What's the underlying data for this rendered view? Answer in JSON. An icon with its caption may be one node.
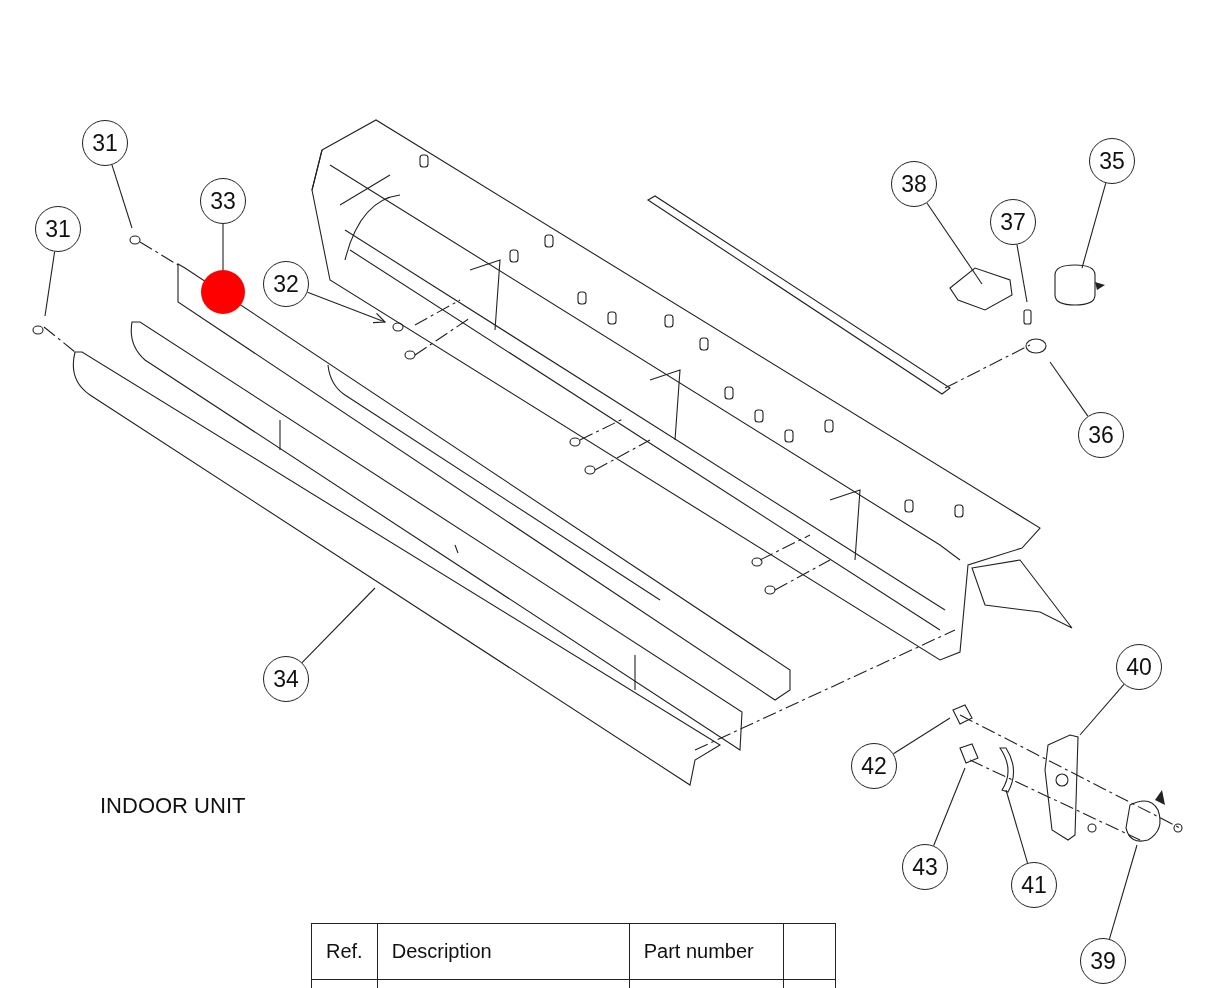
{
  "diagram": {
    "nodes": [
      {
        "text": [
          "31"
        ]
      },
      {
        "text": [
          "31"
        ]
      },
      {
        "text": [
          "33"
        ]
      },
      {
        "text": [],
        "shape": "circle"
      },
      {
        "text": [
          "32"
        ]
      },
      {
        "text": [
          "34"
        ]
      },
      {
        "text": [
          "38"
        ]
      },
      {
        "text": [
          "37"
        ]
      },
      {
        "text": [
          "35"
        ]
      },
      {
        "text": [
          "36"
        ]
      },
      {
        "text": [
          "40"
        ]
      },
      {
        "text": [
          "42"
        ]
      },
      {
        "text": [
          "43"
        ]
      },
      {
        "text": [
          "41"
        ]
      },
      {
        "text": [
          "39"
        ]
      }
    ],
    "edges": [
      {
        "from": 0,
        "to": null,
        "arrow": "none"
      },
      {
        "from": 1,
        "to": null,
        "arrow": "none"
      },
      {
        "from": 2,
        "to": 3,
        "arrow": "none"
      },
      {
        "from": 4,
        "to": null,
        "arrow": "to"
      },
      {
        "from": 5,
        "to": null,
        "arrow": "none"
      },
      {
        "from": 6,
        "to": null,
        "arrow": "none"
      },
      {
        "from": 7,
        "to": null,
        "arrow": "none"
      },
      {
        "from": 8,
        "to": null,
        "arrow": "none"
      },
      {
        "from": 9,
        "to": null,
        "arrow": "none"
      },
      {
        "from": 10,
        "to": null,
        "arrow": "none"
      },
      {
        "from": 11,
        "to": null,
        "arrow": "none"
      },
      {
        "from": 12,
        "to": null,
        "arrow": "none"
      },
      {
        "from": 13,
        "to": null,
        "arrow": "none"
      },
      {
        "from": 14,
        "to": null,
        "arrow": "none"
      }
    ],
    "labels": [
      "INDOOR UNIT",
      "Ref.",
      "Description",
      "Part number"
    ]
  }
}
